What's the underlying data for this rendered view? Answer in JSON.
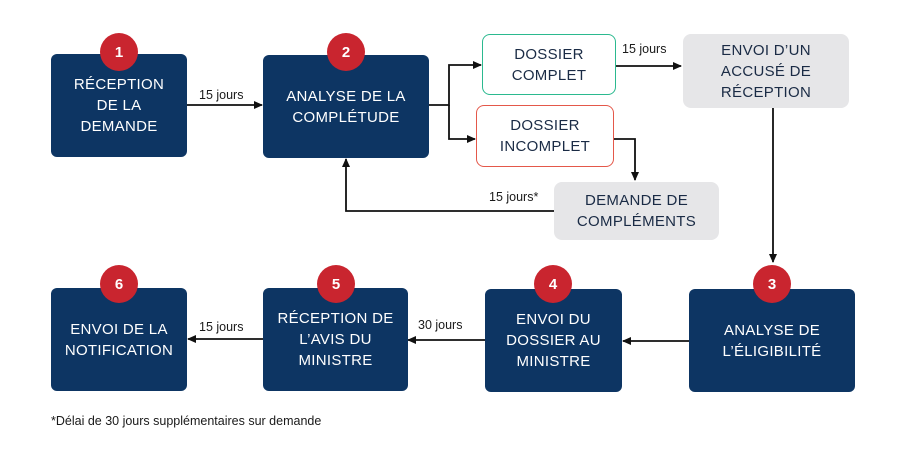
{
  "steps": {
    "s1": {
      "num": "1",
      "label": "RÉCEPTION DE LA DEMANDE"
    },
    "s2": {
      "num": "2",
      "label": "ANALYSE DE LA COMPLÉTUDE"
    },
    "s3": {
      "num": "3",
      "label": "ANALYSE DE L’ÉLIGIBILITÉ"
    },
    "s4": {
      "num": "4",
      "label": "ENVOI DU DOSSIER AU MINISTRE"
    },
    "s5": {
      "num": "5",
      "label": "RÉCEPTION DE L’AVIS DU MINISTRE"
    },
    "s6": {
      "num": "6",
      "label": "ENVOI DE LA NOTIFICATION"
    }
  },
  "branches": {
    "complet": "DOSSIER COMPLET",
    "incomplet": "DOSSIER INCOMPLET",
    "accuse": "ENVOI D’UN ACCUSÉ DE RÉCEPTION",
    "complements": "DEMANDE DE COMPLÉMENTS"
  },
  "delays": {
    "d_1_2": "15 jours",
    "d_complet_accuse": "15 jours",
    "d_complements": "15 jours*",
    "d_4_5": "30 jours",
    "d_5_6": "15 jours"
  },
  "footnote": "*Délai de 30 jours supplémentaires sur demande",
  "colors": {
    "navy": "#0d3563",
    "badge": "#c9252f",
    "complet_border": "#2bb98f",
    "incomplet_border": "#e4584a",
    "grey": "#e6e6e8"
  }
}
